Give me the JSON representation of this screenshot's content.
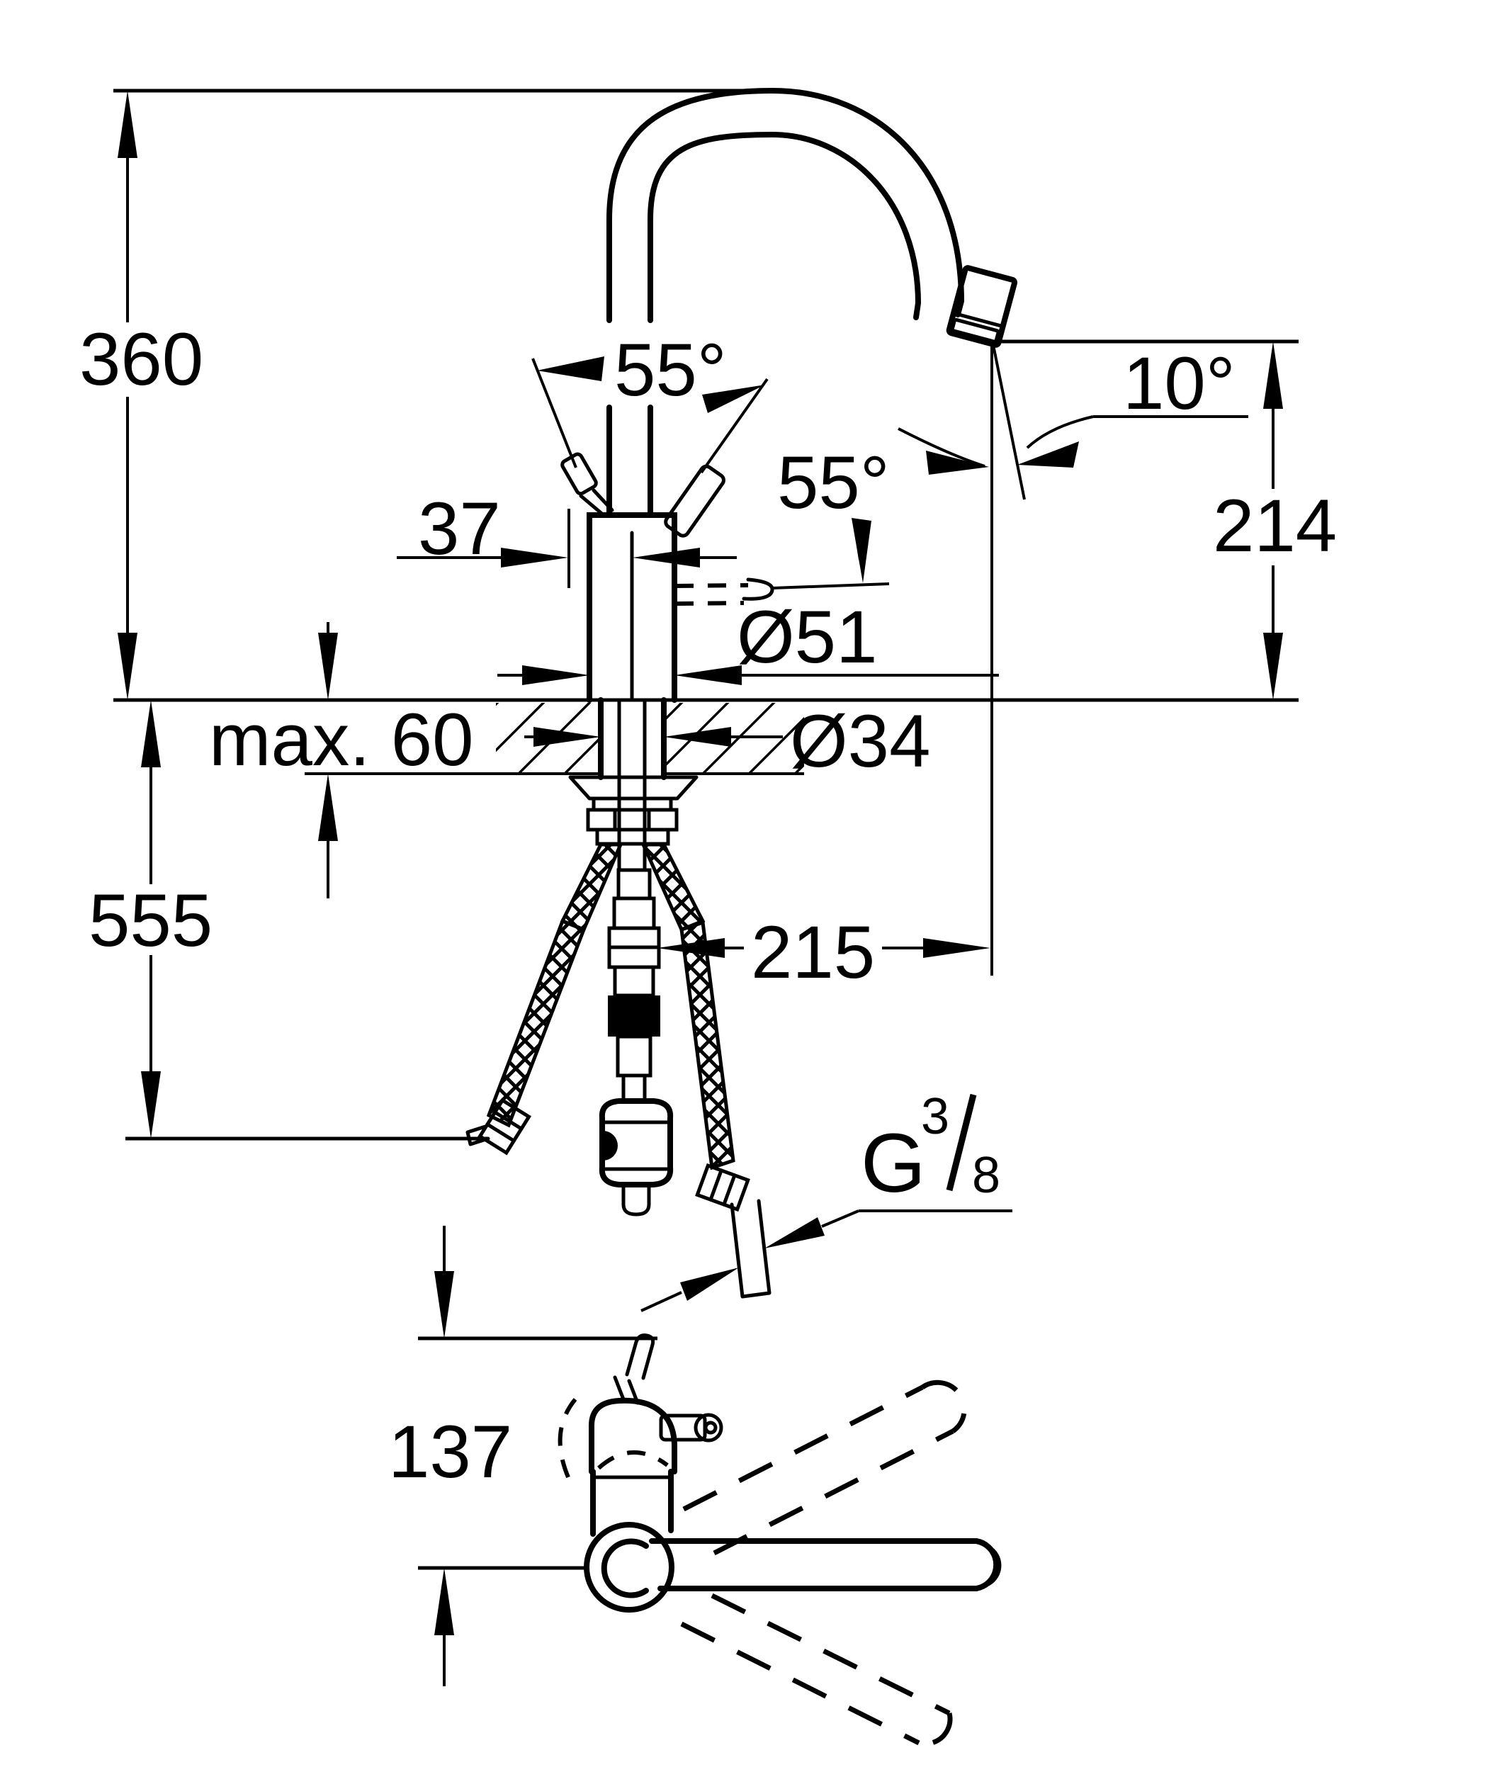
{
  "drawing": {
    "type": "faucet-installation-dimension-diagram",
    "front_view": {
      "dimensions": {
        "height_above_deck": "360",
        "height_below_deck": "555",
        "handle_to_center": "37",
        "deck_thickness_max": "max. 60",
        "body_diameter": "Ø51",
        "mount_hole_diameter": "Ø34",
        "handle_swing_left": "55°",
        "handle_swing_right": "55°",
        "outlet_angle": "10°",
        "outlet_height": "214",
        "hose_offset": "215",
        "thread_size": {
          "g": "G",
          "numerator": "3",
          "denominator": "8"
        }
      }
    },
    "top_view": {
      "dimensions": {
        "lever_to_spout_axis": "137"
      }
    }
  },
  "colors": {
    "line": "#000000",
    "background": "#ffffff"
  }
}
